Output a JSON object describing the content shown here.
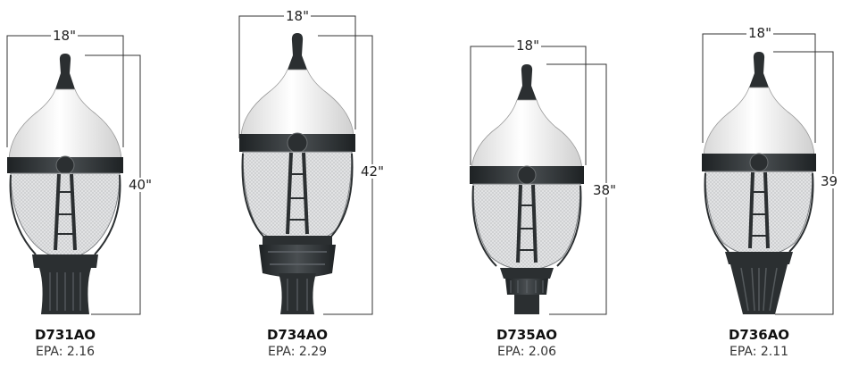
{
  "fixtures": [
    {
      "model": "D731AO",
      "epa": "EPA: 2.16",
      "width_label": "18\"",
      "height_label": "40\""
    },
    {
      "model": "D734AO",
      "epa": "EPA: 2.29",
      "width_label": "18\"",
      "height_label": "42\""
    },
    {
      "model": "D735AO",
      "epa": "EPA: 2.06",
      "width_label": "18\"",
      "height_label": "38\""
    },
    {
      "model": "D736AO",
      "epa": "EPA: 2.11",
      "width_label": "18\"",
      "height_label": "39"
    }
  ],
  "colors": {
    "fixture_dark": "#2b2f31",
    "globe_light": "#f2f2f2",
    "globe_prism": "#d9dbdc",
    "dimension_line": "#333333"
  }
}
